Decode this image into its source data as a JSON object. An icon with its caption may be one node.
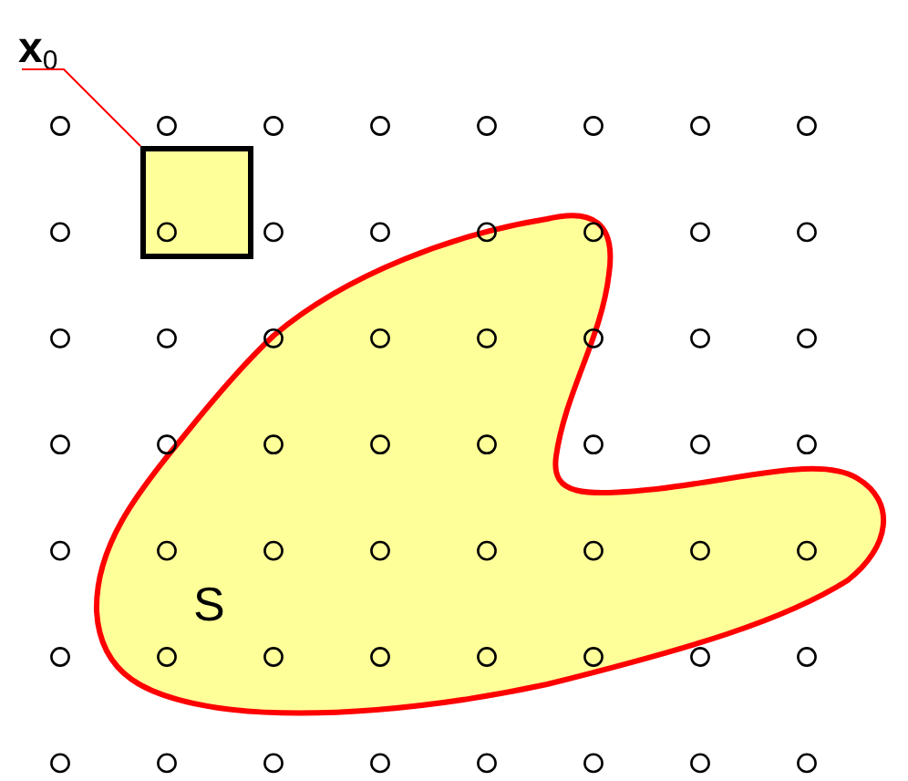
{
  "diagram": {
    "nodes": [
      {
        "text": [
          "**x**$_{0}$"
        ]
      },
      {
        "text": [],
        "shape": "box"
      },
      {
        "text": [
          "S"
        ]
      }
    ],
    "edges": [
      {
        "from": 0,
        "to": 1,
        "arrow": "none",
        "color": "#ff0000"
      }
    ]
  }
}
